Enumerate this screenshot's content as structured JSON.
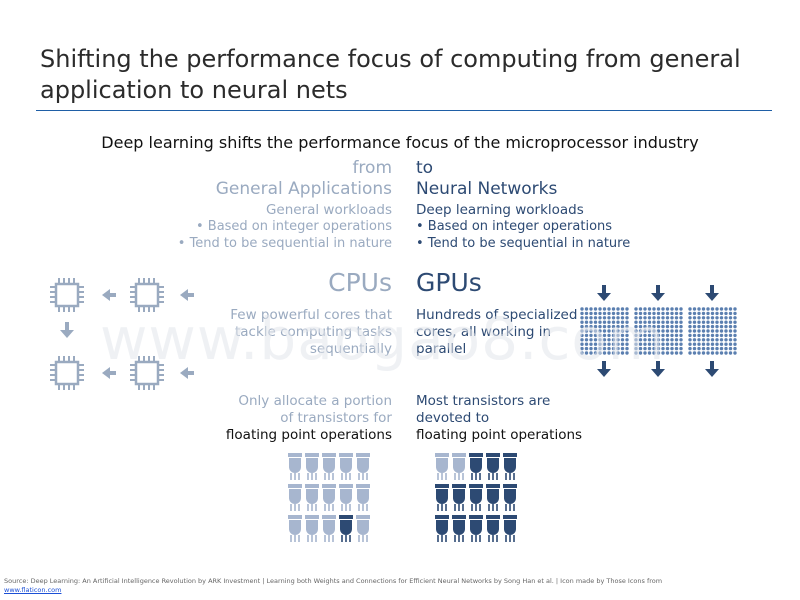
{
  "slide": {
    "title": "Shifting the performance focus of computing from general application to neural nets",
    "subtitle": "Deep learning shifts the performance focus of the microprocessor industry"
  },
  "left": {
    "from_label": "from",
    "heading": "General Applications",
    "workloads": "General workloads",
    "bullet1": "• Based on integer operations",
    "bullet2": "• Tend to be sequential in nature",
    "processor": "CPUs",
    "cores_line1": "Few powerful cores that",
    "cores_line2": "tackle computing tasks",
    "cores_line3": "sequentially",
    "alloc_line1": "Only allocate a portion",
    "alloc_line2": "of transistors for",
    "alloc_line3": "floating point operations"
  },
  "right": {
    "to_label": "to",
    "heading": "Neural Networks",
    "workloads": "Deep learning workloads",
    "bullet1": "• Based on integer operations",
    "bullet2": "• Tend to be sequential in nature",
    "processor": "GPUs",
    "cores_line1": "Hundreds of specialized",
    "cores_line2": "cores, all working in",
    "cores_line3": "parallel",
    "alloc_line1": "Most transistors are",
    "alloc_line2": "devoted to",
    "alloc_line3": "floating point operations"
  },
  "watermark": "www.baogao8.com",
  "source": {
    "text": "Source: Deep Learning: An Artificial Intelligence Revolution by ARK Investment | Learning both Weights and Connections for Efficient Neural Networks by Song Han et al. | Icon made by Those Icons from ",
    "link": "www.flaticon.com"
  },
  "colors": {
    "accent_rule": "#1f5fa6",
    "cpu_light": "#9aaac0",
    "gpu_dark": "#2d4a73"
  },
  "icons": {
    "cpu": "cpu-chip-icon",
    "arrow": "arrow-icon",
    "gpu": "gpu-grid-icon",
    "transistor": "transistor-icon"
  }
}
